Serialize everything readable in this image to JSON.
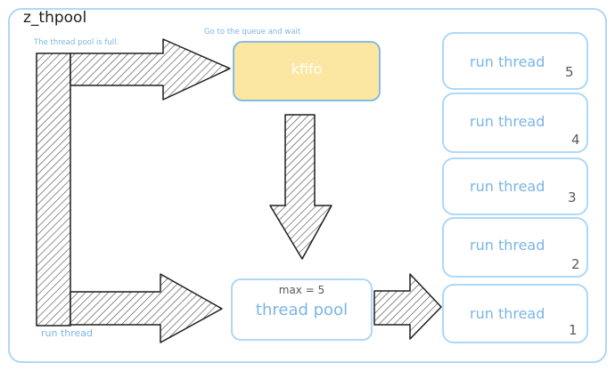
{
  "title": "z_thpool",
  "annotations": {
    "pool_full": "The thread pool is full.",
    "queue_wait": "Go to the queue and wait",
    "run_thread_left": "run thread"
  },
  "kfifo": {
    "label": "kfifo",
    "fill": "#fbe6a2",
    "stroke": "#7ab6e6"
  },
  "thread_pool": {
    "max_label": "max = 5",
    "label": "thread pool"
  },
  "threads": [
    {
      "label": "run thread",
      "number": "5"
    },
    {
      "label": "run thread",
      "number": "4"
    },
    {
      "label": "run thread",
      "number": "3"
    },
    {
      "label": "run thread",
      "number": "2"
    },
    {
      "label": "run thread",
      "number": "1"
    }
  ],
  "colors": {
    "outline": "#a5d4f5",
    "text_blue": "#7ab6e6",
    "hatch": "#555555"
  }
}
